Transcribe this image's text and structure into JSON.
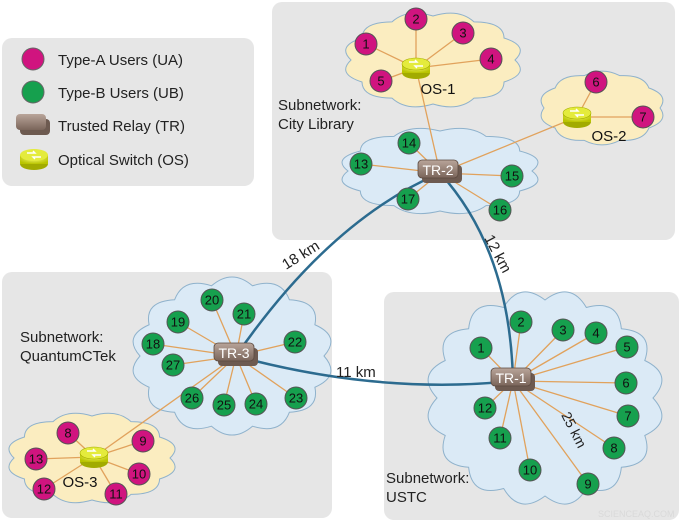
{
  "legend": {
    "items": [
      {
        "key": "ua",
        "label": "Type-A Users (UA)",
        "icon": "magenta-circle"
      },
      {
        "key": "ub",
        "label": "Type-B Users (UB)",
        "icon": "green-circle"
      },
      {
        "key": "tr",
        "label": "Trusted Relay (TR)",
        "icon": "relay-box"
      },
      {
        "key": "os",
        "label": "Optical Switch (OS)",
        "icon": "yellow-switch"
      }
    ]
  },
  "subnetworks": {
    "city_library": {
      "line1": "Subnetwork:",
      "line2": "City Library"
    },
    "quantumctek": {
      "line1": "Subnetwork:",
      "line2": "QuantumCTek"
    },
    "ustc": {
      "line1": "Subnetwork:",
      "line2": "USTC"
    }
  },
  "relays": {
    "tr1": "TR-1",
    "tr2": "TR-2",
    "tr3": "TR-3"
  },
  "switches": {
    "os1": "OS-1",
    "os2": "OS-2",
    "os3": "OS-3"
  },
  "links": {
    "tr2_tr3": "18 km",
    "tr2_tr1": "12 km",
    "tr3_tr1": "11 km",
    "tr1_user9": "25 km"
  },
  "users": {
    "os1": [
      "1",
      "2",
      "3",
      "4",
      "5"
    ],
    "os2": [
      "6",
      "7"
    ],
    "os3": [
      "8",
      "9",
      "10",
      "11",
      "12",
      "13"
    ],
    "tr2": [
      "13",
      "14",
      "15",
      "16",
      "17"
    ],
    "tr3": [
      "18",
      "19",
      "20",
      "21",
      "22",
      "23",
      "24",
      "25",
      "26",
      "27"
    ],
    "tr1": [
      "1",
      "2",
      "3",
      "4",
      "5",
      "6",
      "7",
      "8",
      "9",
      "10",
      "11",
      "12"
    ]
  },
  "watermark": "SCIENCEAQ.COM",
  "colors": {
    "panel": "#e6e6e6",
    "cloud_blue": "#dbeaf6",
    "cloud_yellow": "#fbedc0",
    "ua": "#d0147f",
    "ub": "#16a04e",
    "backbone": "#2c6b8f",
    "fiber": "#e1a25c",
    "relay": "#8a7468",
    "switch": "#c9d400"
  }
}
